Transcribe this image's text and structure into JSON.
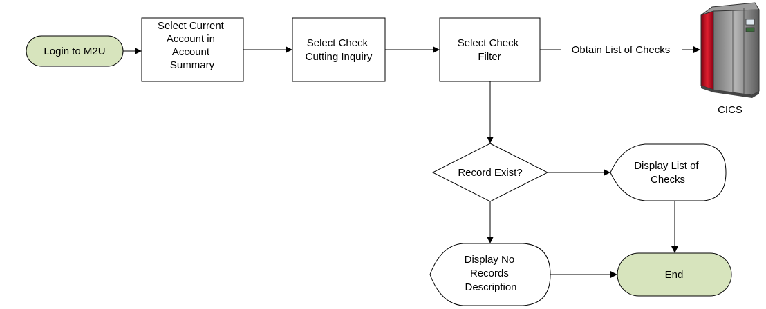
{
  "colors": {
    "terminator_fill": "#d7e4bd",
    "box_fill": "#ffffff",
    "stroke": "#000000",
    "server_red": "#c8102e",
    "server_gray": "#8a8a8a"
  },
  "nodes": {
    "login": {
      "lines": [
        "Login to M2U"
      ]
    },
    "select_account": {
      "lines": [
        "Select Current",
        "Account in",
        "Account",
        "Summary"
      ]
    },
    "select_inquiry": {
      "lines": [
        "Select Check",
        "Cutting Inquiry"
      ]
    },
    "select_filter": {
      "lines": [
        "Select Check",
        "Filter"
      ]
    },
    "decision": {
      "lines": [
        "Record Exist?"
      ]
    },
    "display_list": {
      "lines": [
        "Display List of",
        "Checks"
      ]
    },
    "display_none": {
      "lines": [
        "Display No",
        "Records",
        "Description"
      ]
    },
    "end": {
      "lines": [
        "End"
      ]
    }
  },
  "edges": {
    "obtain_list": "Obtain List of Checks"
  },
  "server": {
    "label": "CICS",
    "icon": "mainframe-server-icon"
  }
}
